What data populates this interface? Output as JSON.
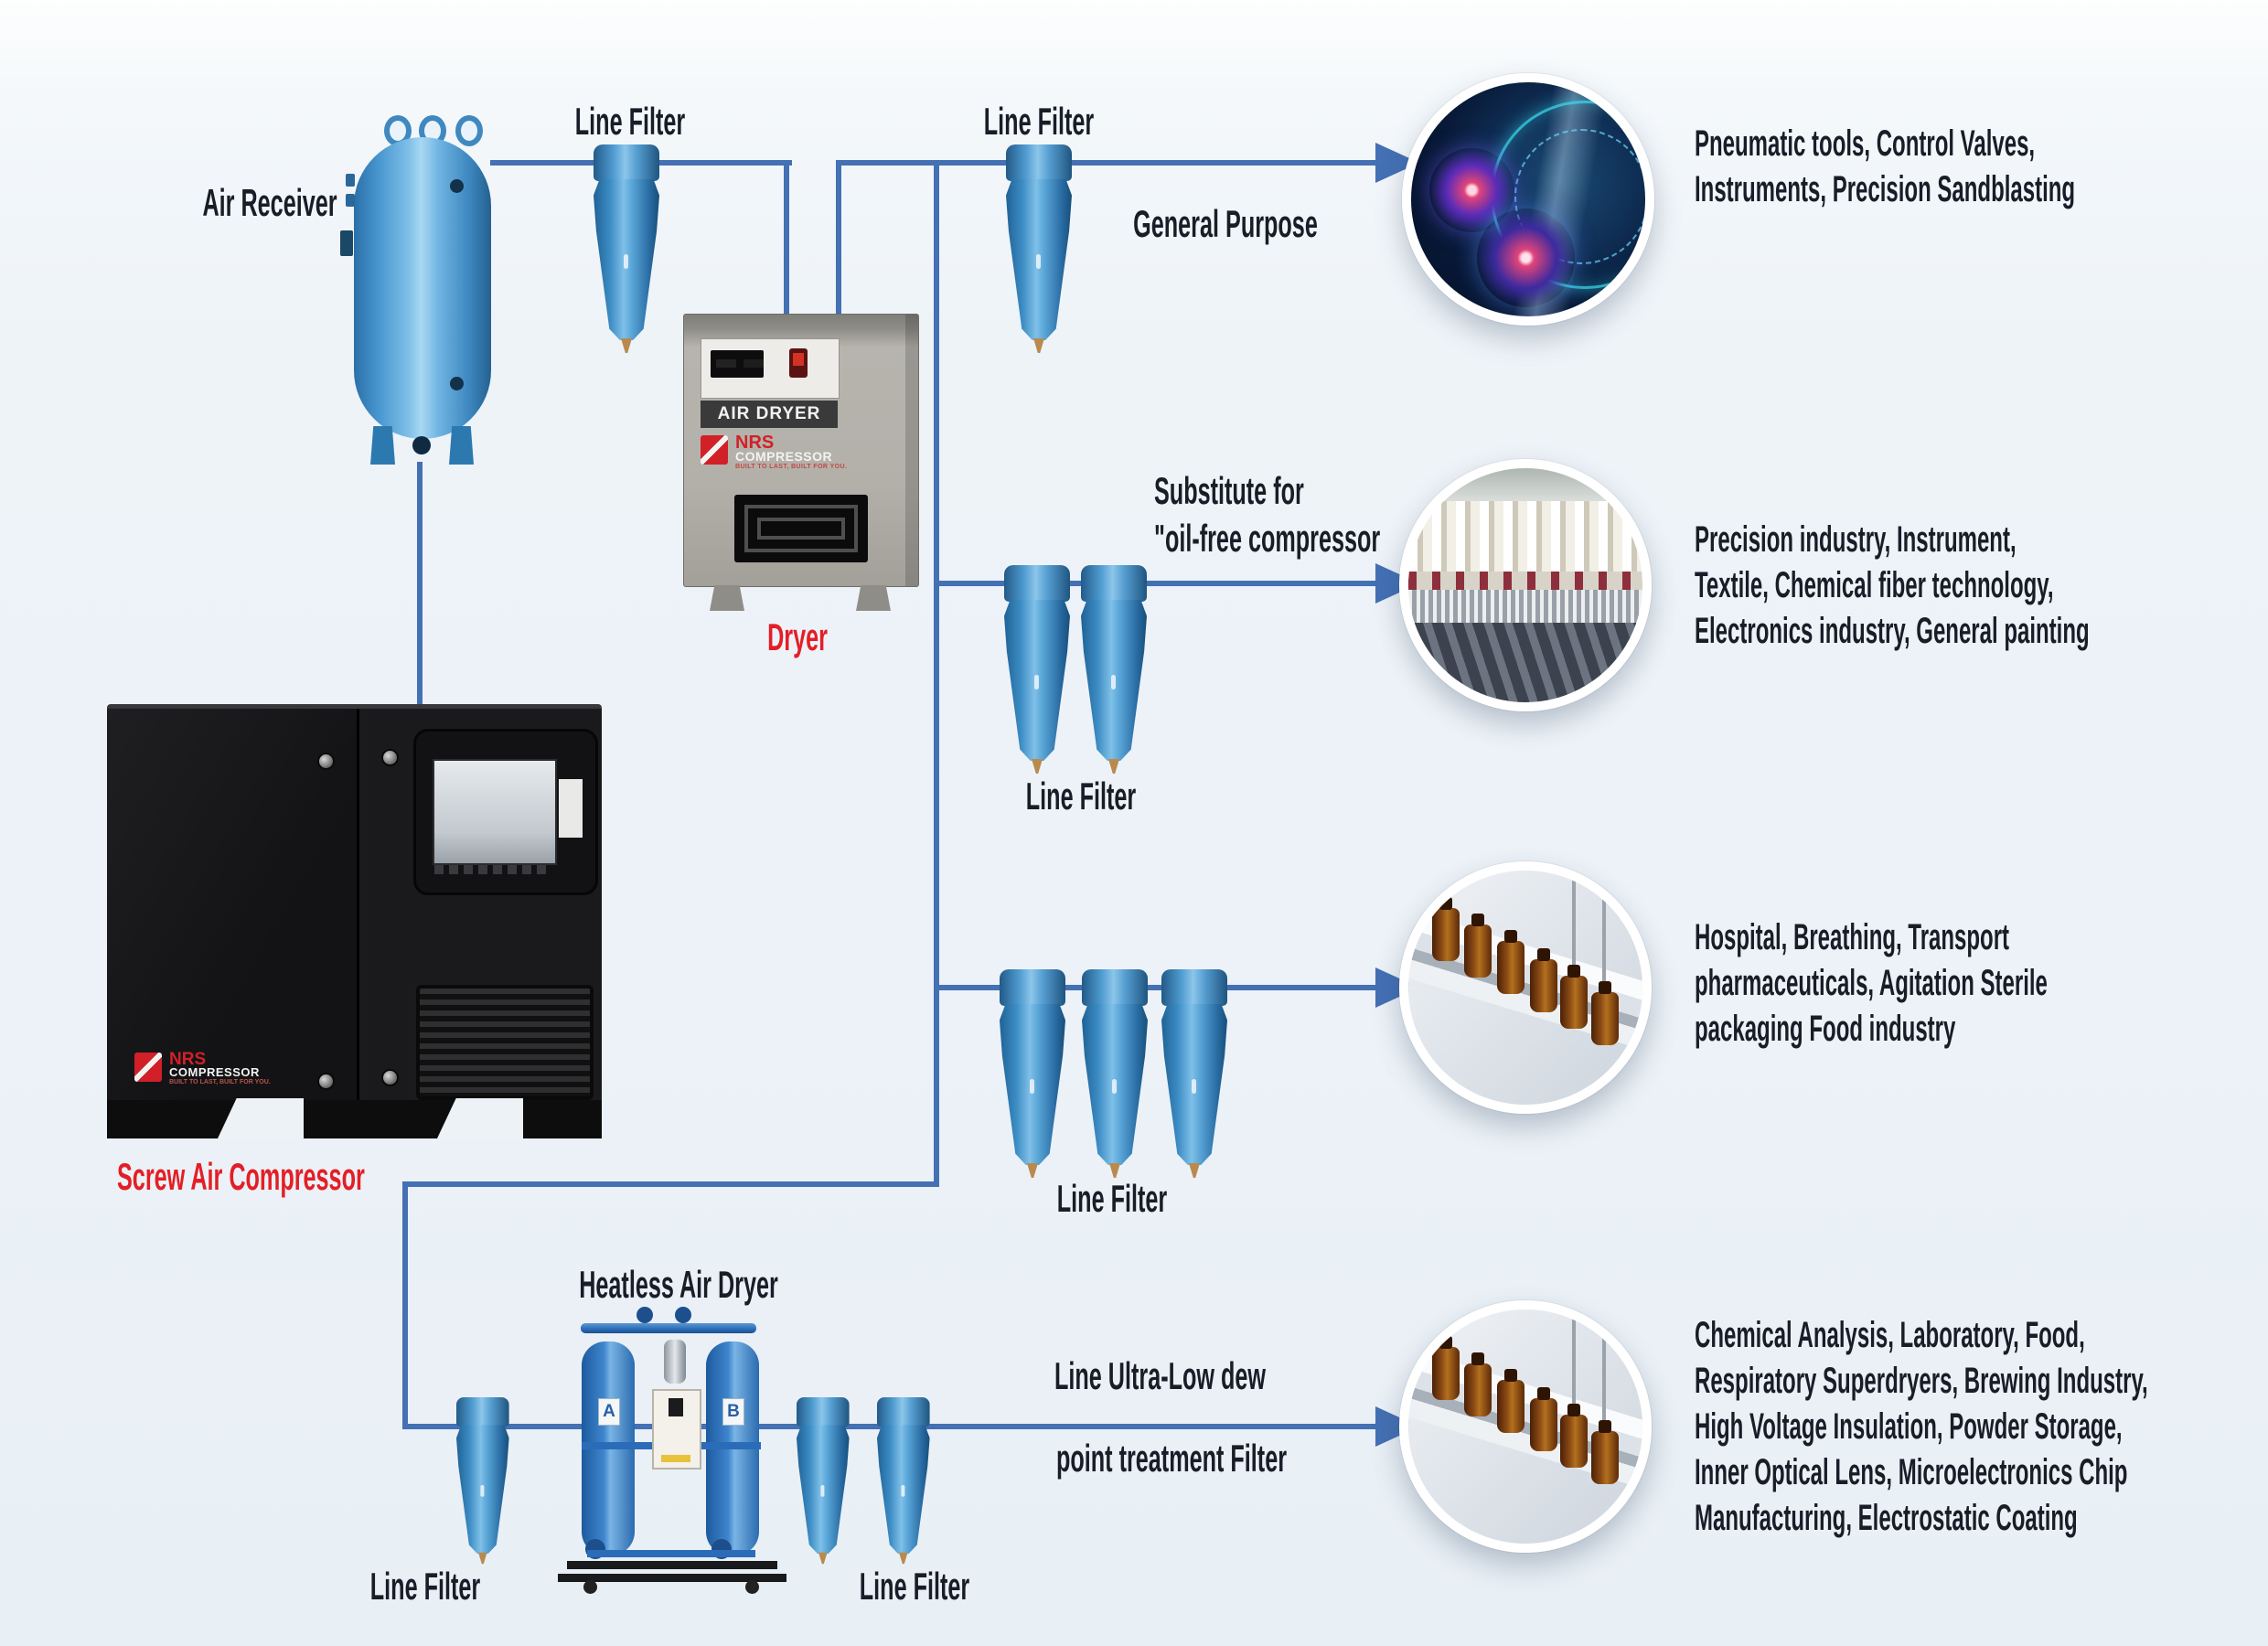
{
  "labels": {
    "air_receiver": "Air Receiver",
    "line_filter": "Line Filter",
    "general_purpose": "General Purpose",
    "substitute_line1": "Substitute for",
    "substitute_line2": "\"oil-free compressor",
    "dryer": "Dryer",
    "screw_air_compressor": "Screw Air Compressor",
    "heatless_air_dryer": "Heatless Air Dryer",
    "ultra_low_line1": "Line Ultra-Low dew",
    "ultra_low_line2": "point treatment Filter"
  },
  "equipment": {
    "air_dryer": {
      "panel_label": "AIR DRYER",
      "brand": "NRS",
      "brand_suffix": "COMPRESSOR",
      "tagline": "BUILT TO LAST, BUILT FOR YOU."
    },
    "compressor": {
      "brand": "NRS",
      "brand_suffix": "COMPRESSOR",
      "tagline": "BUILT TO LAST, BUILT FOR YOU."
    },
    "heatless_dryer": {
      "towers": [
        "A",
        "B"
      ]
    }
  },
  "applications": [
    {
      "photo": "pneumatic-gauges",
      "lines": [
        "Pneumatic tools, Control Valves,",
        "Instruments, Precision Sandblasting"
      ]
    },
    {
      "photo": "textile-spinning-machine",
      "lines": [
        "Precision industry, Instrument,",
        "Textile, Chemical fiber technology,",
        "Electronics industry, General painting"
      ]
    },
    {
      "photo": "pharma-bottles-conveyor",
      "lines": [
        "Hospital, Breathing, Transport",
        "pharmaceuticals, Agitation Sterile",
        "packaging Food industry"
      ]
    },
    {
      "photo": "lab-bottles-conveyor",
      "lines": [
        "Chemical Analysis, Laboratory, Food,",
        "Respiratory Superdryers, Brewing Industry,",
        "High Voltage Insulation, Powder Storage,",
        "Inner Optical Lens, Microelectronics Chip",
        "Manufacturing, Electrostatic Coating"
      ]
    }
  ],
  "colors": {
    "pipe": "#4470b4",
    "label_red": "#e41e26",
    "text_dark": "#181d28",
    "filter_blue": "#3c8cc4",
    "background": "#eef3f8"
  }
}
